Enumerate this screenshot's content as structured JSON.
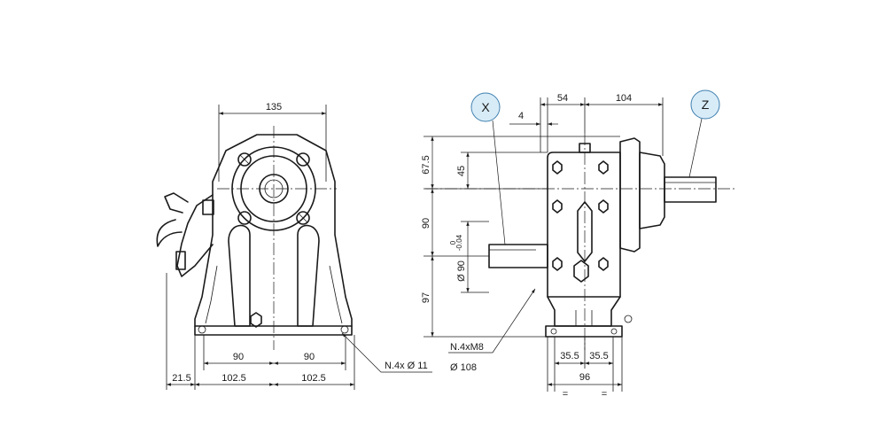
{
  "front_view": {
    "dims": {
      "width_top": "135",
      "half_left": "90",
      "half_right": "90",
      "outer_left": "102.5",
      "outer_right": "102.5",
      "offset": "21.5",
      "holes": "N.4x Ø 11"
    }
  },
  "side_view": {
    "dims": {
      "gap": "4",
      "flange": "54",
      "shaft_len": "104",
      "h_top": "67.5",
      "h_sub": "45",
      "h_mid": "90",
      "h_bot": "97",
      "shaft_dia_main": "Ø 90",
      "shaft_tol_upper": "0",
      "shaft_tol_lower": "-0.04",
      "foot_left": "35.5",
      "foot_right": "35.5",
      "foot_total": "96",
      "eq_left": "=",
      "eq_right": "=",
      "thread": "N.4xM8",
      "bolt_circle": "Ø 108"
    }
  },
  "callouts": {
    "x": "X",
    "z": "Z"
  }
}
